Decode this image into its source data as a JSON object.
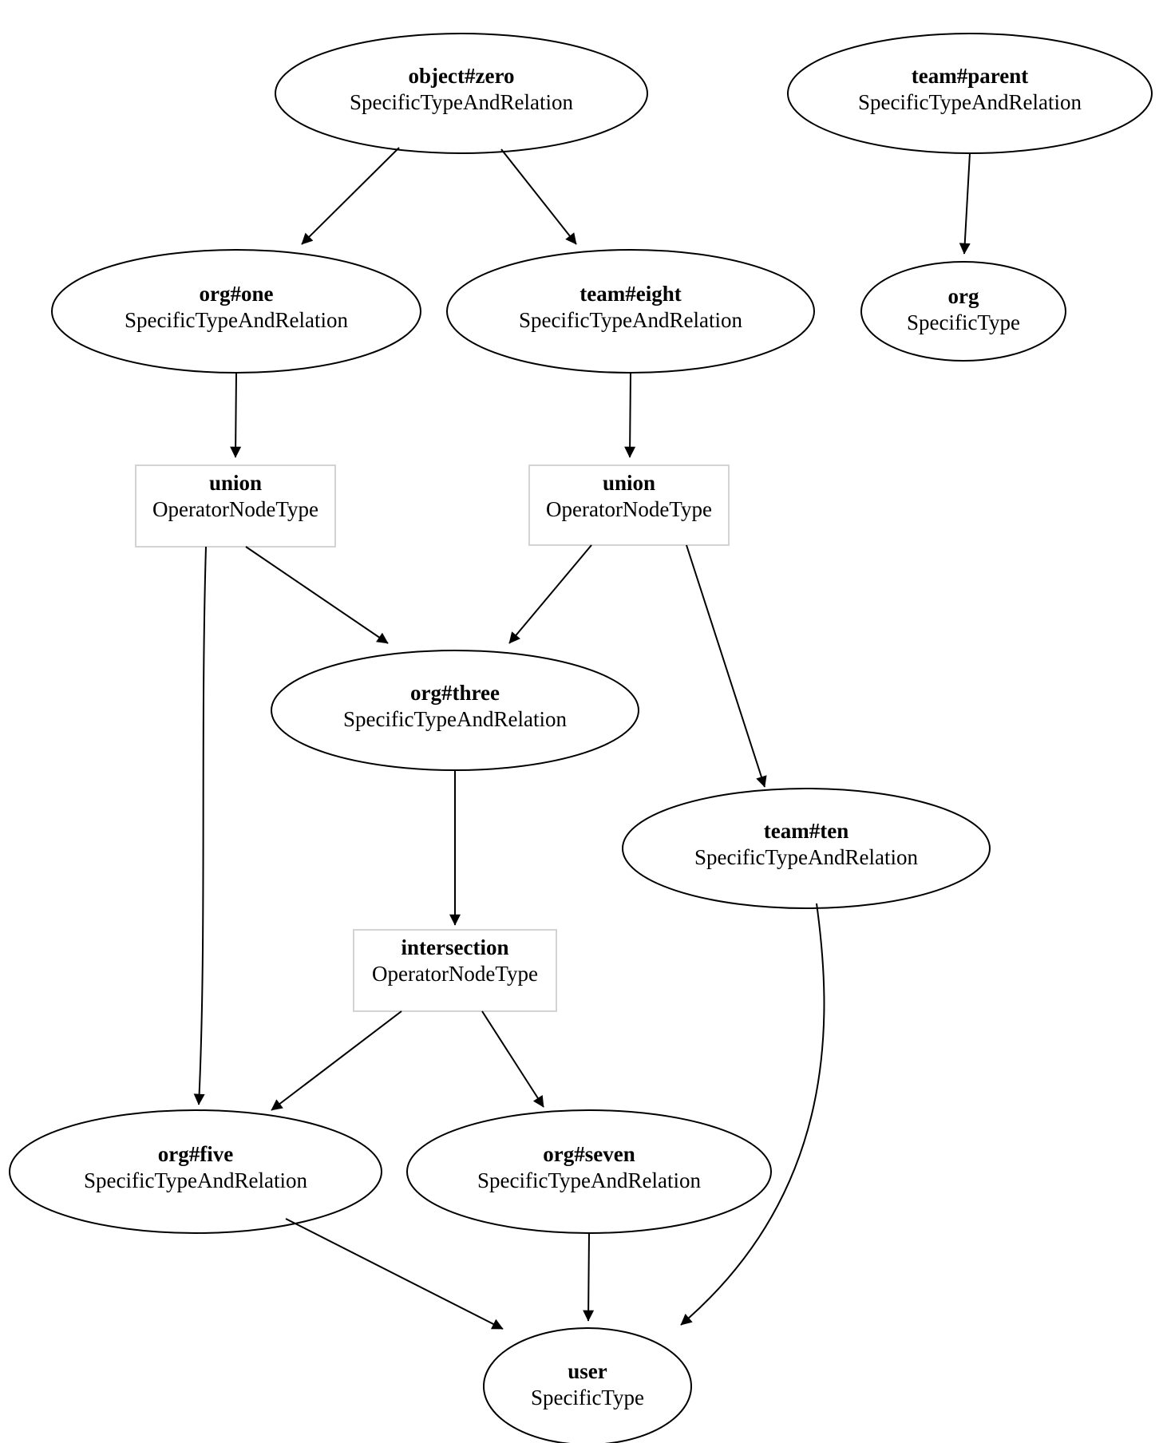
{
  "diagram": {
    "kind": "directed-graph",
    "nodes": {
      "object_zero": {
        "label": "object#zero",
        "type": "SpecificTypeAndRelation",
        "shape": "ellipse"
      },
      "team_parent": {
        "label": "team#parent",
        "type": "SpecificTypeAndRelation",
        "shape": "ellipse"
      },
      "org_one": {
        "label": "org#one",
        "type": "SpecificTypeAndRelation",
        "shape": "ellipse"
      },
      "team_eight": {
        "label": "team#eight",
        "type": "SpecificTypeAndRelation",
        "shape": "ellipse"
      },
      "org": {
        "label": "org",
        "type": "SpecificType",
        "shape": "ellipse"
      },
      "union_left": {
        "label": "union",
        "type": "OperatorNodeType",
        "shape": "box"
      },
      "union_right": {
        "label": "union",
        "type": "OperatorNodeType",
        "shape": "box"
      },
      "org_three": {
        "label": "org#three",
        "type": "SpecificTypeAndRelation",
        "shape": "ellipse"
      },
      "team_ten": {
        "label": "team#ten",
        "type": "SpecificTypeAndRelation",
        "shape": "ellipse"
      },
      "intersection": {
        "label": "intersection",
        "type": "OperatorNodeType",
        "shape": "box"
      },
      "org_five": {
        "label": "org#five",
        "type": "SpecificTypeAndRelation",
        "shape": "ellipse"
      },
      "org_seven": {
        "label": "org#seven",
        "type": "SpecificTypeAndRelation",
        "shape": "ellipse"
      },
      "user": {
        "label": "user",
        "type": "SpecificType",
        "shape": "ellipse"
      }
    },
    "edges": [
      {
        "from": "object_zero",
        "to": "org_one"
      },
      {
        "from": "object_zero",
        "to": "team_eight"
      },
      {
        "from": "team_parent",
        "to": "org"
      },
      {
        "from": "org_one",
        "to": "union_left"
      },
      {
        "from": "team_eight",
        "to": "union_right"
      },
      {
        "from": "union_left",
        "to": "org_three"
      },
      {
        "from": "union_left",
        "to": "org_five"
      },
      {
        "from": "union_right",
        "to": "org_three"
      },
      {
        "from": "union_right",
        "to": "team_ten"
      },
      {
        "from": "org_three",
        "to": "intersection"
      },
      {
        "from": "intersection",
        "to": "org_five"
      },
      {
        "from": "intersection",
        "to": "org_seven"
      },
      {
        "from": "org_five",
        "to": "user"
      },
      {
        "from": "org_seven",
        "to": "user"
      },
      {
        "from": "team_ten",
        "to": "user"
      }
    ],
    "colors": {
      "background": "#ffffff",
      "ellipse_stroke": "#000000",
      "operator_box_border": "#d3d3d3",
      "edge": "#000000",
      "text": "#000000"
    }
  }
}
